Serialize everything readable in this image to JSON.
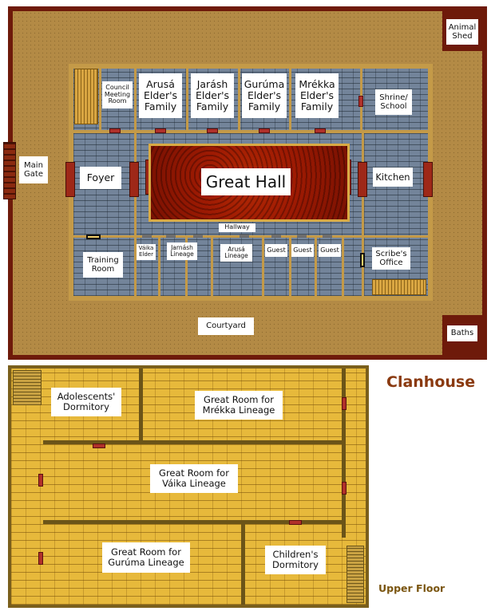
{
  "title": "Clanhouse",
  "upper_floor_caption": "Upper Floor",
  "colors": {
    "ground": "#b38a45",
    "outer_wall": "#6e1a0a",
    "floor_stone": "#73849a",
    "upper_floor": "#e7b93b",
    "great_hall": "#c9521a",
    "title_text": "#8a3a10",
    "caption_text": "#7a5510"
  },
  "ground_floor": {
    "outbuildings": {
      "animal_shed": "Animal\nShed",
      "baths": "Baths",
      "main_gate": "Main\nGate"
    },
    "courtyard": "Courtyard",
    "rooms": {
      "council_meeting_room": "Council\nMeeting\nRoom",
      "arusa_elder": "Arusá\nElder's\nFamily",
      "jarash_elder": "Jarásh\nElder's\nFamily",
      "guruma_elder": "Gurúma\nElder's\nFamily",
      "mrekka_elder": "Mrékka\nElder's\nFamily",
      "shrine_school": "Shrine/\nSchool",
      "foyer": "Foyer",
      "great_hall": "Great Hall",
      "kitchen": "Kitchen",
      "hallway": "Hallway",
      "training_room": "Training\nRoom",
      "vaika_elder": "Váika\nElder",
      "jarnash_lineage": "Jarnásh\nLineage",
      "arusa_lineage": "Arusá\nLineage",
      "guest_1": "Guest",
      "guest_2": "Guest",
      "guest_3": "Guest",
      "scribes_office": "Scribe's\nOffice"
    }
  },
  "upper_floor": {
    "rooms": {
      "adolescents_dormitory": "Adolescents'\nDormitory",
      "great_room_mrekka": "Great Room for\nMrékka Lineage",
      "great_room_vaika": "Great Room for\nVáika Lineage",
      "great_room_guruma": "Great Room for\nGurúma Lineage",
      "childrens_dormitory": "Children's\nDormitory"
    }
  }
}
